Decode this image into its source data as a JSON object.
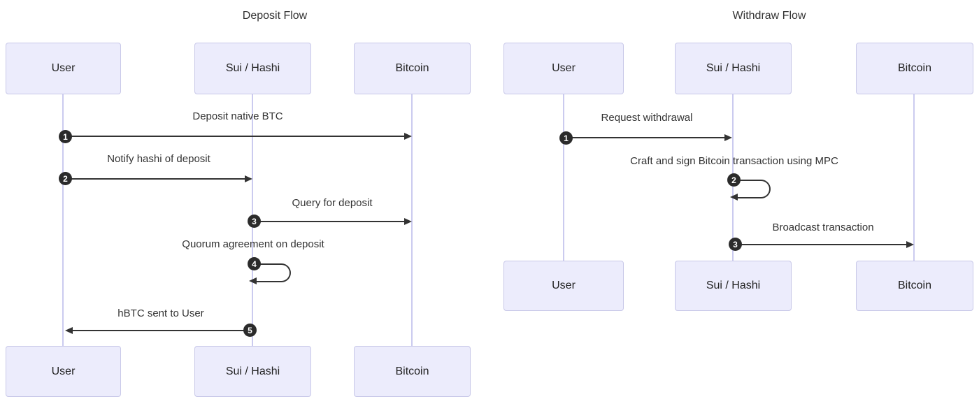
{
  "colors": {
    "background": "#ffffff",
    "actor_fill": "#ECECFC",
    "actor_border": "#C8C8E8",
    "lifeline": "#CBCBEF",
    "arrow": "#333333",
    "text": "#333333",
    "badge_bg": "#2b2b2b",
    "badge_text": "#ffffff"
  },
  "diagrams": [
    {
      "title": "Deposit Flow",
      "actors": [
        "User",
        "Sui / Hashi",
        "Bitcoin"
      ],
      "messages": [
        {
          "num": "1",
          "label": "Deposit native BTC",
          "from": "User",
          "to": "Bitcoin",
          "type": "arrow-right"
        },
        {
          "num": "2",
          "label": "Notify hashi of deposit",
          "from": "User",
          "to": "Sui / Hashi",
          "type": "arrow-right"
        },
        {
          "num": "3",
          "label": "Query for deposit",
          "from": "Sui / Hashi",
          "to": "Bitcoin",
          "type": "arrow-right"
        },
        {
          "num": "4",
          "label": "Quorum agreement on deposit",
          "from": "Sui / Hashi",
          "to": "Sui / Hashi",
          "type": "self-loop"
        },
        {
          "num": "5",
          "label": "hBTC sent to User",
          "from": "Sui / Hashi",
          "to": "User",
          "type": "arrow-left"
        }
      ]
    },
    {
      "title": "Withdraw Flow",
      "actors": [
        "User",
        "Sui / Hashi",
        "Bitcoin"
      ],
      "messages": [
        {
          "num": "1",
          "label": "Request withdrawal",
          "from": "User",
          "to": "Sui / Hashi",
          "type": "arrow-right"
        },
        {
          "num": "2",
          "label": "Craft and sign Bitcoin transaction using MPC",
          "from": "Sui / Hashi",
          "to": "Sui / Hashi",
          "type": "self-loop"
        },
        {
          "num": "3",
          "label": "Broadcast transaction",
          "from": "Sui / Hashi",
          "to": "Bitcoin",
          "type": "arrow-right"
        }
      ]
    }
  ]
}
